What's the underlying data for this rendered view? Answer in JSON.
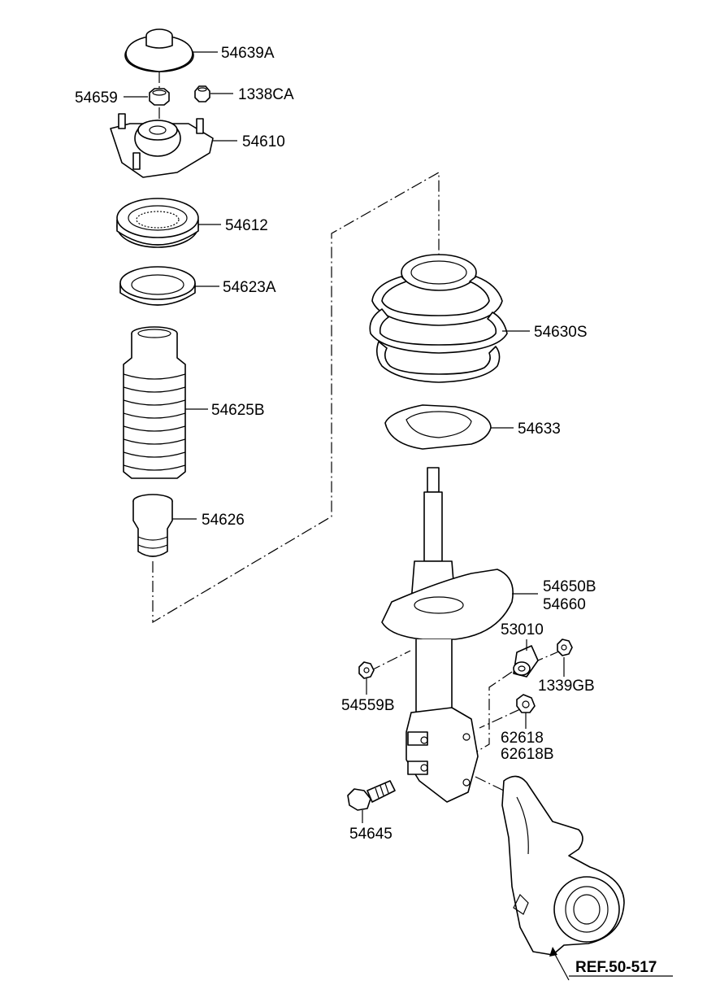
{
  "parts": [
    {
      "id": "54639A"
    },
    {
      "id": "54659"
    },
    {
      "id": "1338CA"
    },
    {
      "id": "54610"
    },
    {
      "id": "54612"
    },
    {
      "id": "54623A"
    },
    {
      "id": "54625B"
    },
    {
      "id": "54626"
    },
    {
      "id": "54630S"
    },
    {
      "id": "54633"
    },
    {
      "id": "54650B"
    },
    {
      "id": "54660"
    },
    {
      "id": "53010"
    },
    {
      "id": "1339GB"
    },
    {
      "id": "54559B"
    },
    {
      "id": "62618"
    },
    {
      "id": "62618B"
    },
    {
      "id": "54645"
    }
  ],
  "reference": "REF.50-517"
}
